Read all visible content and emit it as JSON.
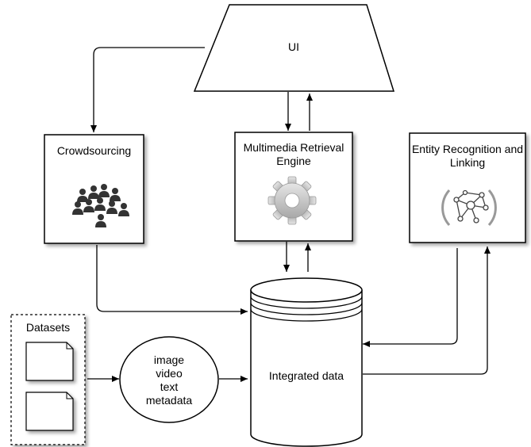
{
  "ui": {
    "label": "UI"
  },
  "crowdsourcing": {
    "label": "Crowdsourcing",
    "icon": "people-group-icon"
  },
  "retrieval": {
    "label": "Multimedia Retrieval Engine",
    "icon": "gear-icon"
  },
  "entity": {
    "label": "Entity Recognition and Linking",
    "icon": "network-graph-icon"
  },
  "database": {
    "label": "Integrated data"
  },
  "datasets": {
    "label": "Datasets",
    "icon": "document-icon"
  },
  "types": {
    "items": [
      "image",
      "video",
      "text",
      "metadata"
    ]
  },
  "colors": {
    "stroke": "#000000",
    "gear": "#c8c8c8",
    "people": "#333333",
    "network": "#555555"
  }
}
